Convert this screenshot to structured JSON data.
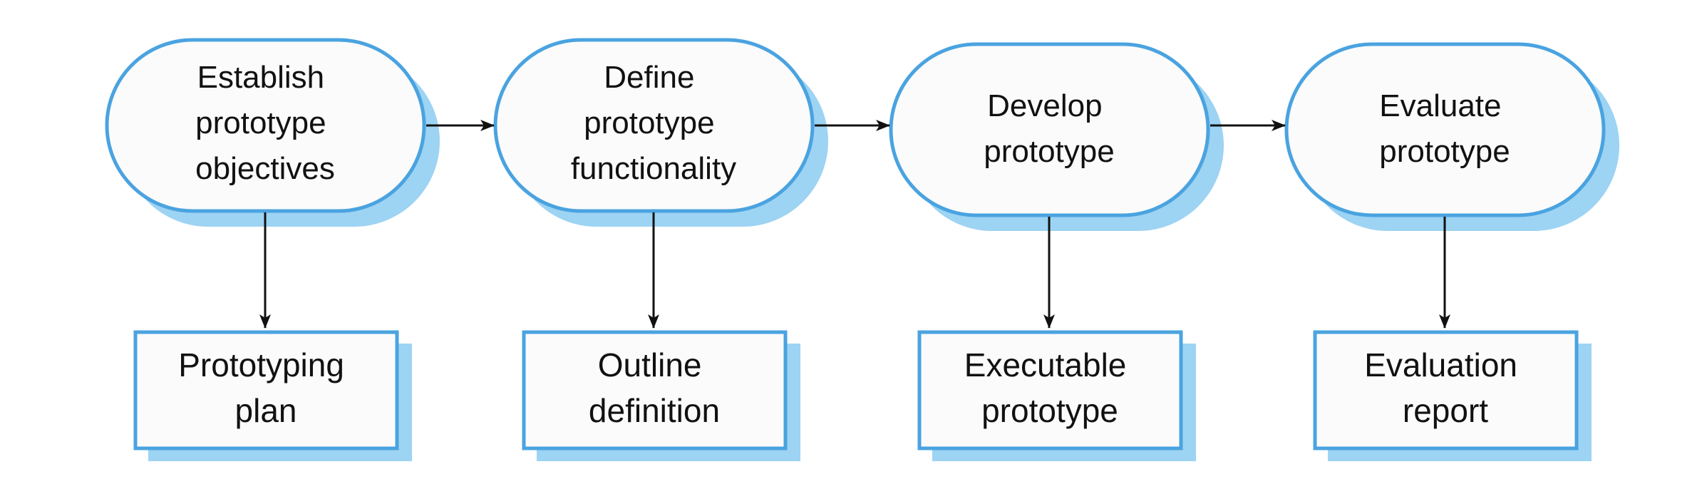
{
  "colors": {
    "stroke": "#4aa3e0",
    "shadow": "#9dd3f3",
    "fill": "#fbfbfb",
    "arrow": "#111111",
    "text": "#111111"
  },
  "diagram": {
    "processes": [
      {
        "lines": [
          "Establish",
          "prototype",
          "objectives"
        ]
      },
      {
        "lines": [
          "Define",
          "prototype",
          "functionality"
        ]
      },
      {
        "lines": [
          "Develop",
          "prototype"
        ]
      },
      {
        "lines": [
          "Evaluate",
          "prototype"
        ]
      }
    ],
    "documents": [
      {
        "lines": [
          "Prototyping",
          "plan"
        ]
      },
      {
        "lines": [
          "Outline",
          "definition"
        ]
      },
      {
        "lines": [
          "Executable",
          "prototype"
        ]
      },
      {
        "lines": [
          "Evaluation",
          "report"
        ]
      }
    ]
  }
}
